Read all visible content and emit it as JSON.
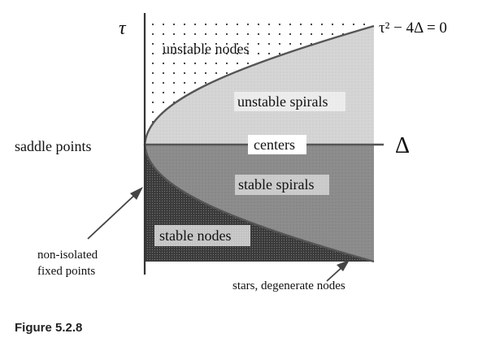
{
  "axes": {
    "tau_label": "τ",
    "delta_label": "Δ"
  },
  "curve": {
    "equation": "τ² − 4Δ = 0"
  },
  "regions": {
    "unstable_nodes": "unstable nodes",
    "unstable_spirals": "unstable spirals",
    "centers": "centers",
    "stable_spirals": "stable spirals",
    "stable_nodes": "stable nodes",
    "saddle_points": "saddle points"
  },
  "annotations": {
    "non_isolated_line1": "non-isolated",
    "non_isolated_line2": "fixed points",
    "stars": "stars, degenerate nodes"
  },
  "figure_label": "Figure 5.2.8",
  "colors": {
    "unstable_spirals_fill": "#d2d2d2",
    "stable_spirals_fill": "#8a8a8a",
    "stable_nodes_fill": "#4a4a4a",
    "line": "#555555"
  }
}
